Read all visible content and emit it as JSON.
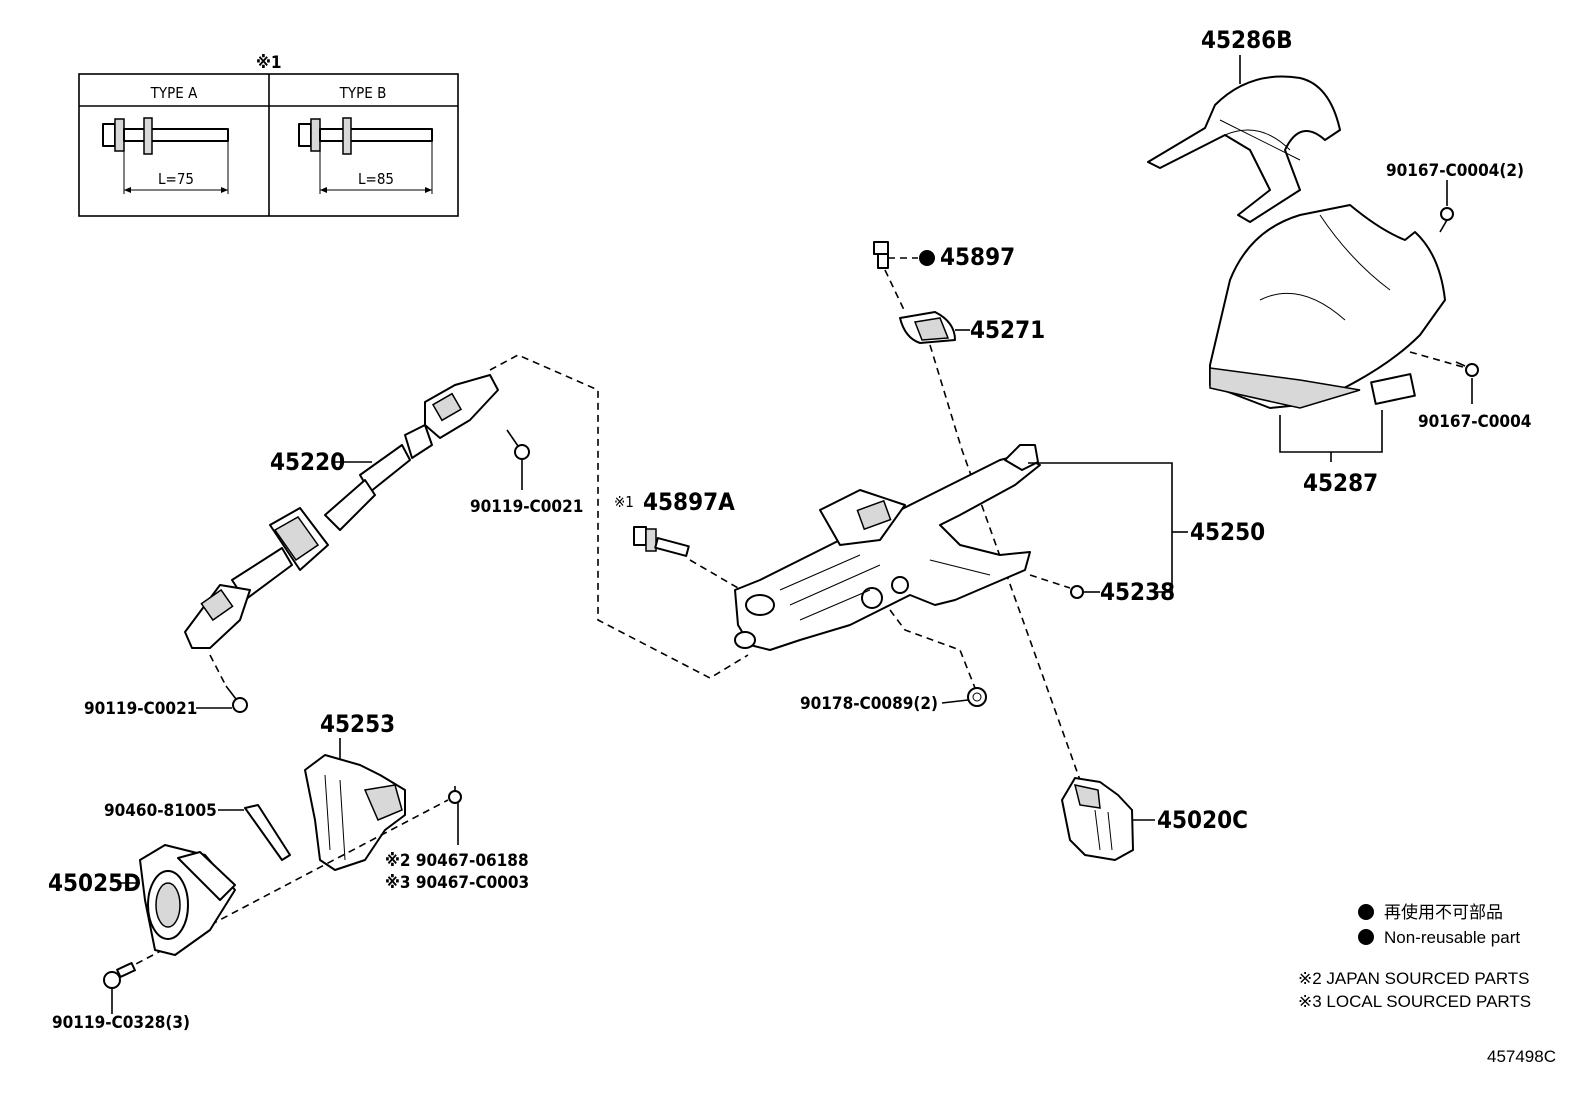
{
  "inset": {
    "marker": "※1",
    "type_a": {
      "title": "TYPE A",
      "length": "L=75"
    },
    "type_b": {
      "title": "TYPE B",
      "length": "L=85"
    }
  },
  "parts": {
    "p45286B": "45286B",
    "p90167_C0004_2": "90167-C0004(2)",
    "p45897": "45897",
    "p45271": "45271",
    "p90167_C0004": "90167-C0004",
    "p45287": "45287",
    "p45220": "45220",
    "p90119_C0021_top": "90119-C0021",
    "p45897A_marker": "※1",
    "p45897A": "45897A",
    "p45250": "45250",
    "p45238": "45238",
    "p90119_C0021_bottom": "90119-C0021",
    "p90178_C0089_2": "90178-C0089(2)",
    "p45253": "45253",
    "p90460_81005": "90460-81005",
    "p90467_06188": "※2 90467-06188",
    "p90467_C0003": "※3 90467-C0003",
    "p45020C": "45020C",
    "p45025D": "45025D",
    "p90119_C0328_3": "90119-C0328(3)"
  },
  "legend": {
    "jp": "再使用不可部品",
    "en": "Non-reusable part",
    "note2": "※2 JAPAN SOURCED PARTS",
    "note3": "※3 LOCAL SOURCED PARTS"
  },
  "diagram_id": "457498C"
}
